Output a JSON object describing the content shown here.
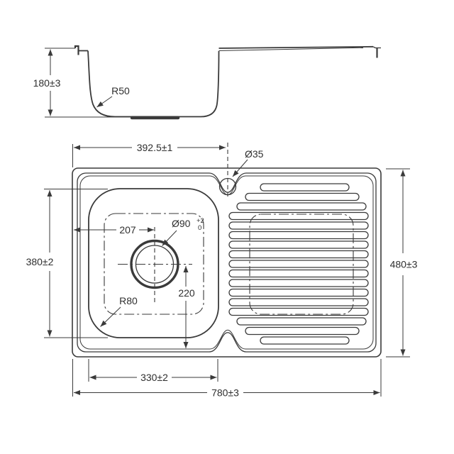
{
  "colors": {
    "line": "#3a3a3a",
    "text": "#2f2f2f",
    "background": "#ffffff"
  },
  "dims": {
    "side_depth": "180±3",
    "side_bowl_radius": "R50",
    "edge_to_taphole": "392.5±1",
    "taphole_diameter": "Ø35",
    "edge_to_drain_center": "207",
    "drain_diameter": "Ø90",
    "drain_tol_upper": "+2",
    "drain_tol_lower": "0",
    "drain_center_to_bowl_edge": "220",
    "bowl_corner_radius": "R80",
    "bowl_front_to_back": "380±2",
    "bowl_width": "330±2",
    "overall_width": "780±3",
    "overall_front_to_back": "480±3"
  }
}
